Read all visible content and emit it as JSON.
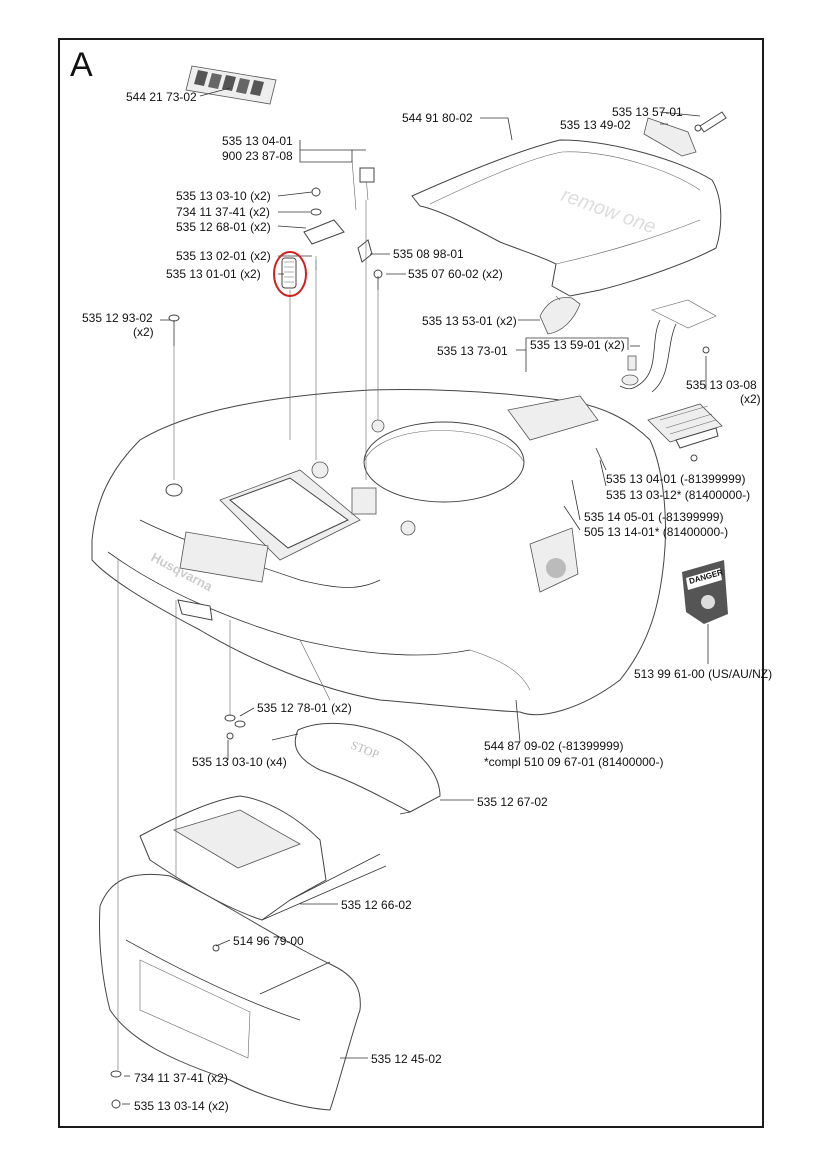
{
  "section_letter": "A",
  "labels": {
    "l01": "544 21 73-02",
    "l02": "544 91 80-02",
    "l03": "535 13 57-01",
    "l04": "535 13 49-02",
    "l05": "535 13 04-01",
    "l06": "900 23 87-08",
    "l07": "535 13 03-10 (x2)",
    "l08": "734 11 37-41 (x2)",
    "l09": "535 12 68-01 (x2)",
    "l10": "535 13 02-01 (x2)",
    "l11": "535 13 01-01 (x2)",
    "l12": "535 08 98-01",
    "l13": "535 07 60-02 (x2)",
    "l14": "535 12 93-02",
    "l15": "(x2)",
    "l16": "535 13 53-01 (x2)",
    "l17": "535 13 73-01",
    "l18": "535 13 59-01 (x2)",
    "l19": "535 13 03-08",
    "l20": "(x2)",
    "l21": "535 13 04-01 (-81399999)",
    "l22": "535 13 03-12* (81400000-)",
    "l23": "535 14 05-01 (-81399999)",
    "l24": "505 13 14-01* (81400000-)",
    "l25": "513 99 61-00 (US/AU/NZ)",
    "l26": "535 12 78-01 (x2)",
    "l27": "535 13 03-10 (x4)",
    "l28": "544 87 09-02 (-81399999)",
    "l29": "*compl 510 09 67-01 (81400000-)",
    "l30": "535 12 67-02",
    "l31": "535 12 66-02",
    "l32": "514 96 79-00",
    "l33": "535 12 45-02",
    "l34": "734 11 37-41 (x2)",
    "l35": "535 13 03-14 (x2)"
  },
  "printed": {
    "brand": "Husqvarna",
    "stop": "STOP",
    "danger": "DANGER",
    "lid_text": "remow one"
  },
  "highlight_color": "#d21f1f",
  "line_color": "#1a1a1a"
}
